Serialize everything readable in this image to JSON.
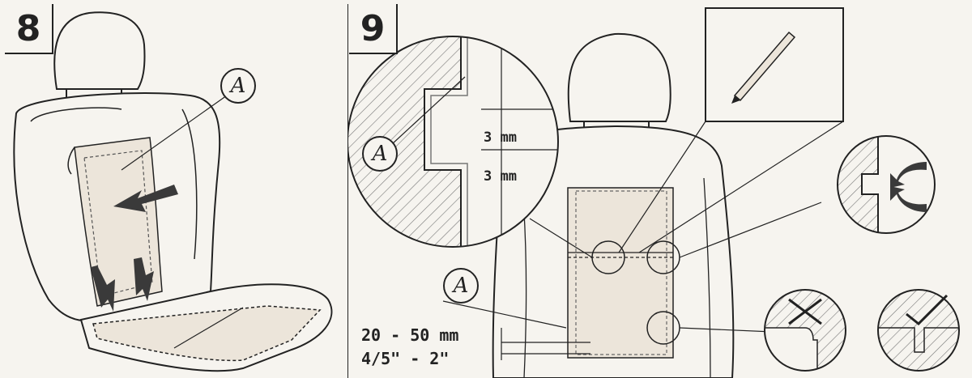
{
  "panels": [
    {
      "step": "8",
      "callout": "A"
    },
    {
      "step": "9",
      "callout_detail": "A",
      "callout_pad": "A",
      "gap_top": "3 mm",
      "gap_bottom": "3 mm",
      "distance_metric": "20 - 50 mm",
      "distance_imperial": "4/5\" - 2\""
    }
  ],
  "colors": {
    "ink": "#222222",
    "paper": "#f6f4ef",
    "pad_fill": "#ece5da",
    "arrow": "#3a3a3a"
  }
}
